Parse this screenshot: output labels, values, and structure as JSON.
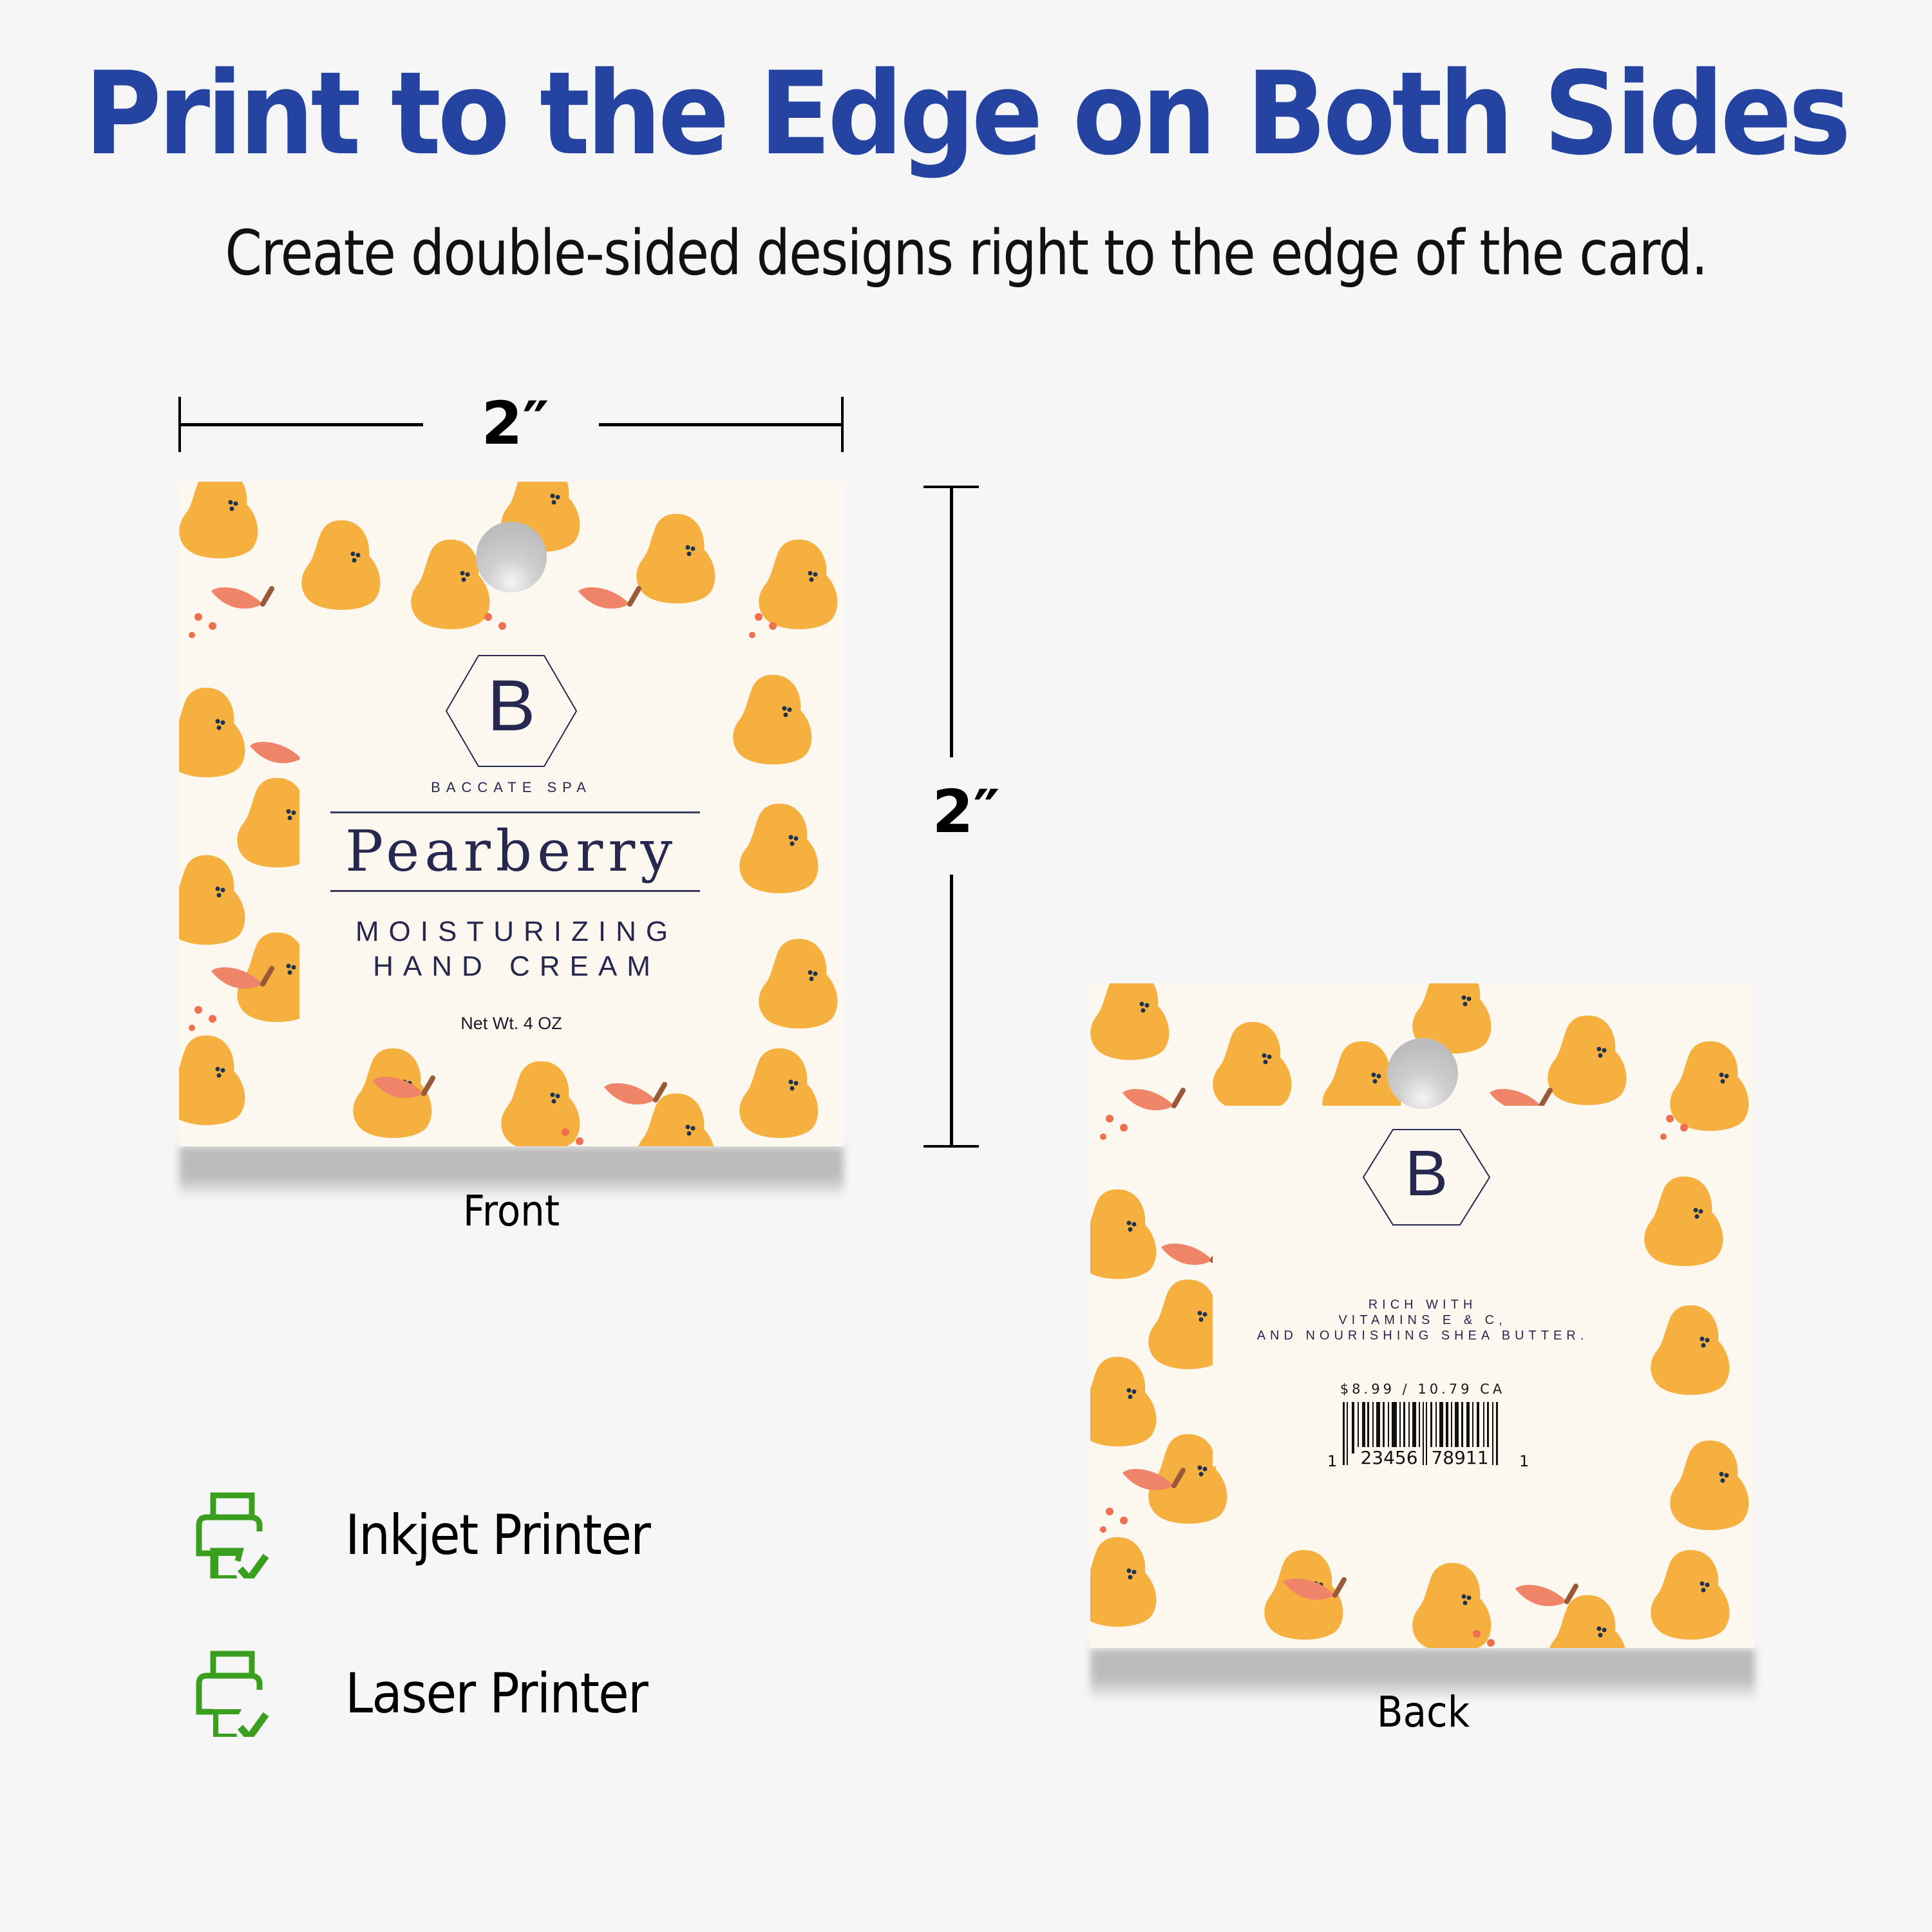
{
  "header": {
    "title": "Print to the Edge on Both Sides",
    "subtitle": "Create double-sided designs right to the edge of the card."
  },
  "dimensions": {
    "width_label": "2″",
    "height_label": "2″"
  },
  "front_card": {
    "caption": "Front",
    "logo_letter": "B",
    "brand": "BACCATE SPA",
    "product_name": "Pearberry",
    "product_line1": "MOISTURIZING",
    "product_line2": "HAND CREAM",
    "net_weight": "Net Wt. 4 OZ"
  },
  "back_card": {
    "caption": "Back",
    "logo_letter": "B",
    "description_line1": "RICH WITH",
    "description_line2": "VITAMINS E & C,",
    "description_line3": "AND NOURISHING SHEA BUTTER.",
    "price": "$8.99 / 10.79 CA",
    "barcode_left_digit": "1",
    "barcode_digits_a": "23456",
    "barcode_digits_b": "78911",
    "barcode_right_digit": "1"
  },
  "compatibility": [
    {
      "icon": "printer-check-icon",
      "label": "Inkjet Printer"
    },
    {
      "icon": "printer-check-icon",
      "label": "Laser Printer"
    }
  ],
  "colors": {
    "title_blue": "#2543a0",
    "pear_yellow": "#f5b040",
    "leaf_coral": "#ef8468",
    "stem_brown": "#9a5a3a",
    "card_bg": "#fcf8ef",
    "text_navy": "#26284f",
    "check_green": "#3a9e1f"
  }
}
